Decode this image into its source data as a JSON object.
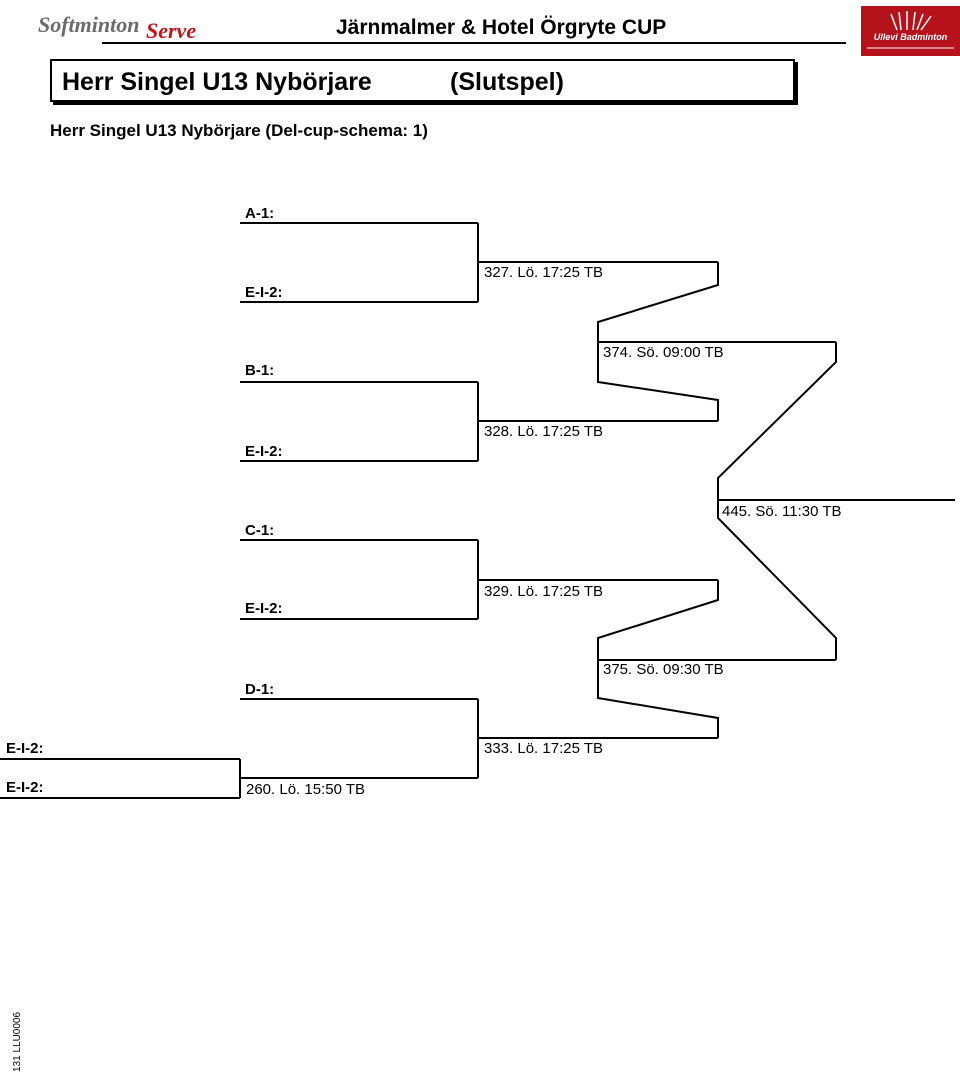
{
  "header": {
    "left_logo_text": "Softminton Serve",
    "tournament": "Järnmalmer & Hotel Örgryte CUP",
    "right_logo_text": "Ullevi Badminton"
  },
  "title": {
    "event": "Herr Singel U13 Nybörjare",
    "phase": "(Slutspel)"
  },
  "subtitle": "Herr Singel U13 Nybörjare   (Del-cup-schema: 1)",
  "bracket": {
    "slots": [
      "A-1:",
      "E-I-2:",
      "B-1:",
      "E-I-2:",
      "C-1:",
      "E-I-2:",
      "D-1:",
      "E-I-2:",
      "E-I-2:"
    ],
    "matches": [
      "327.  Lö.  17:25   TB",
      "328.  Lö.  17:25   TB",
      "329.  Lö.  17:25   TB",
      "333.  Lö.  17:25   TB",
      "374.  Sö.  09:00   TB",
      "375.  Sö.  09:30   TB",
      "445.  Sö.  11:30   TB",
      "260.  Lö.  15:50   TB"
    ]
  },
  "footer": {
    "page_code": "131  LLU0006"
  }
}
